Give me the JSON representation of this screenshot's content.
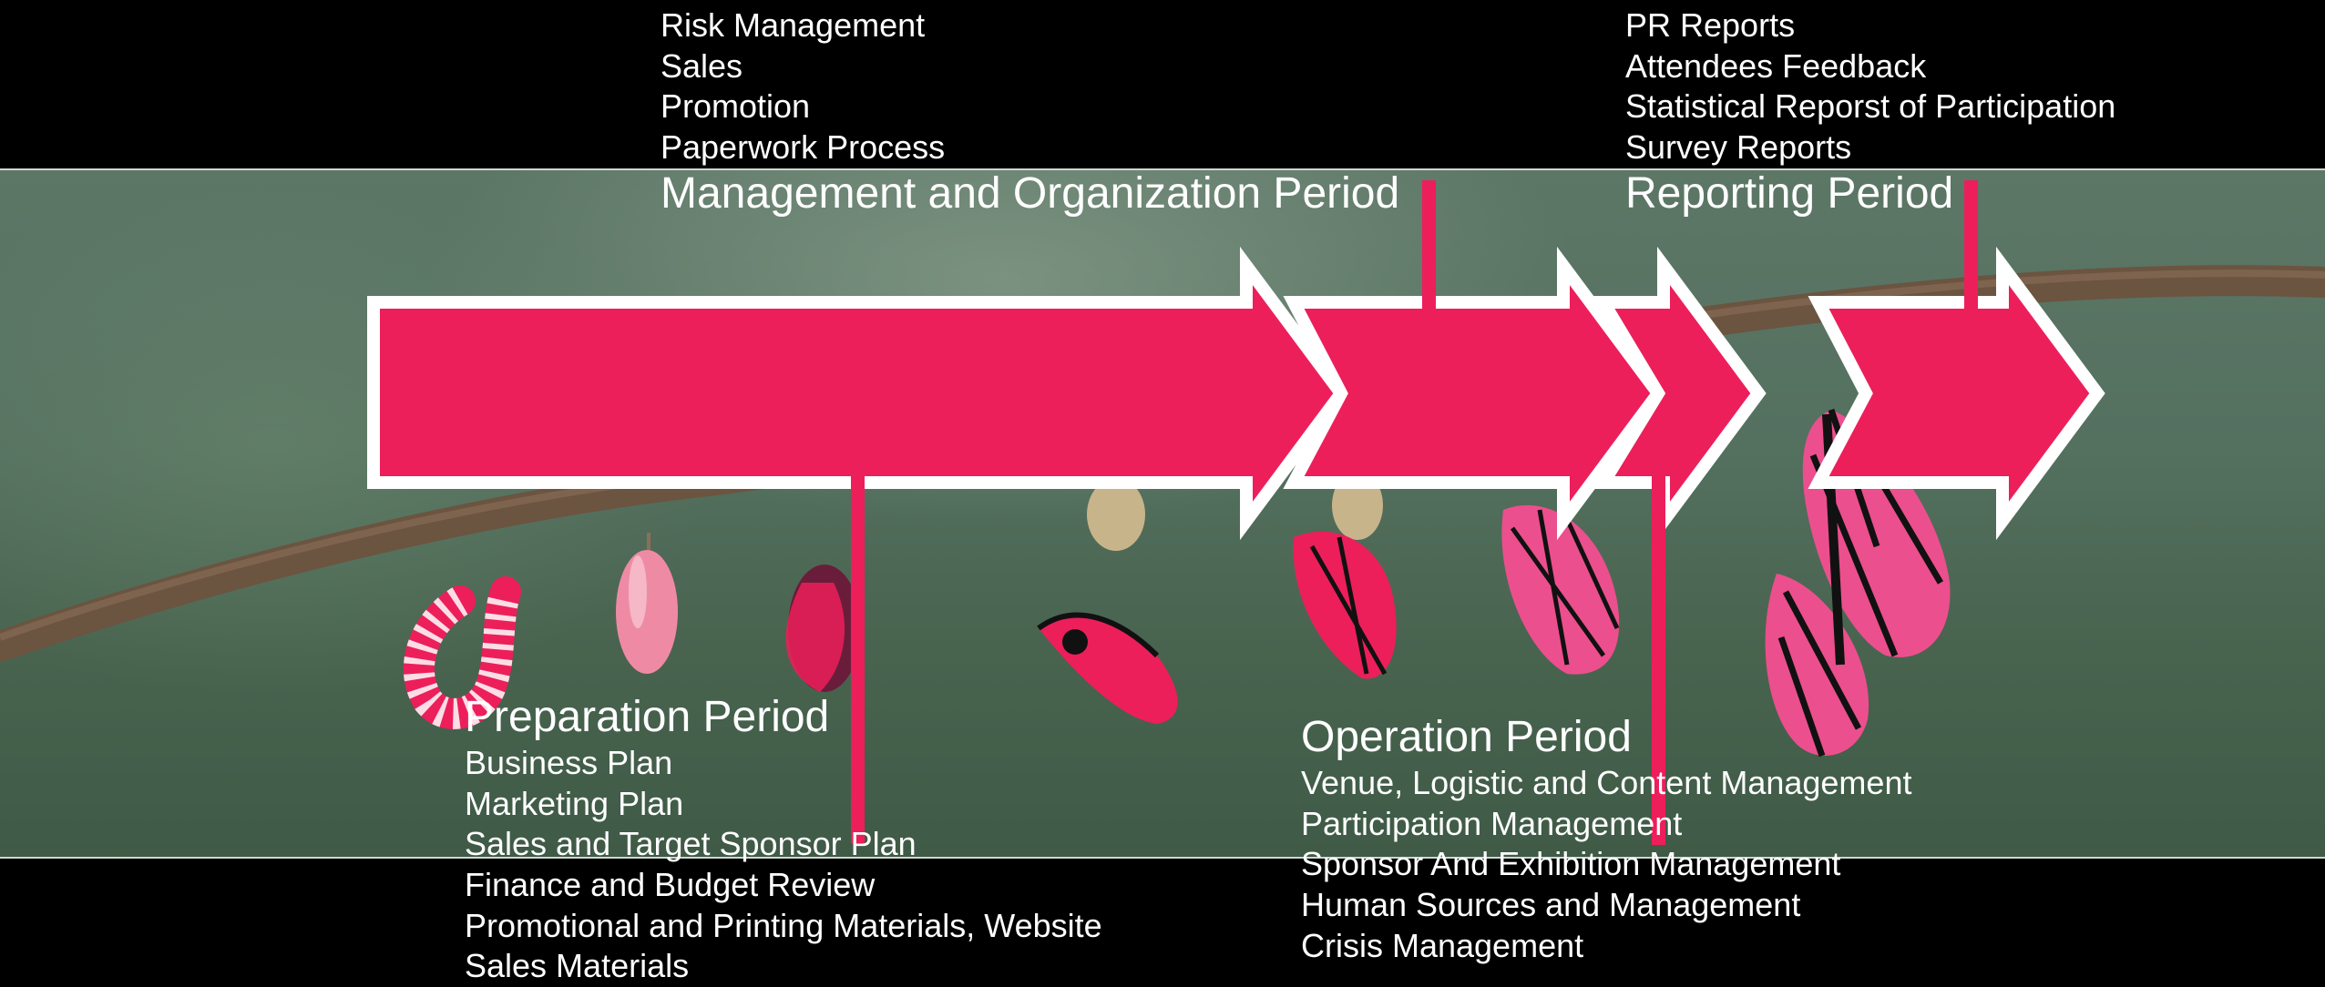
{
  "periods": {
    "management": {
      "title": "Management and Organization Period",
      "items": [
        "Risk Management",
        "Sales",
        "Promotion",
        "Paperwork Process"
      ]
    },
    "reporting": {
      "title": "Reporting Period",
      "items": [
        "PR Reports",
        "Attendees Feedback",
        "Statistical Reporst of Participation",
        "Survey Reports"
      ]
    },
    "preparation": {
      "title": "Preparation Period",
      "items": [
        "Business Plan",
        "Marketing Plan",
        "Sales and Target Sponsor Plan",
        "Finance and Budget Review",
        "Promotional and Printing Materials, Website",
        "Sales Materials"
      ]
    },
    "operation": {
      "title": "Operation Period",
      "items": [
        "Venue, Logistic and Content Management",
        "Participation Management",
        "Sponsor And Exhibition Management",
        "Human Sources and Management",
        "Crisis Management"
      ]
    }
  },
  "colors": {
    "accent": "#ec1f5b",
    "arrow_outline": "#ffffff",
    "background": "#000000",
    "branch": "#6b5440",
    "photo_green": "#55715f"
  }
}
